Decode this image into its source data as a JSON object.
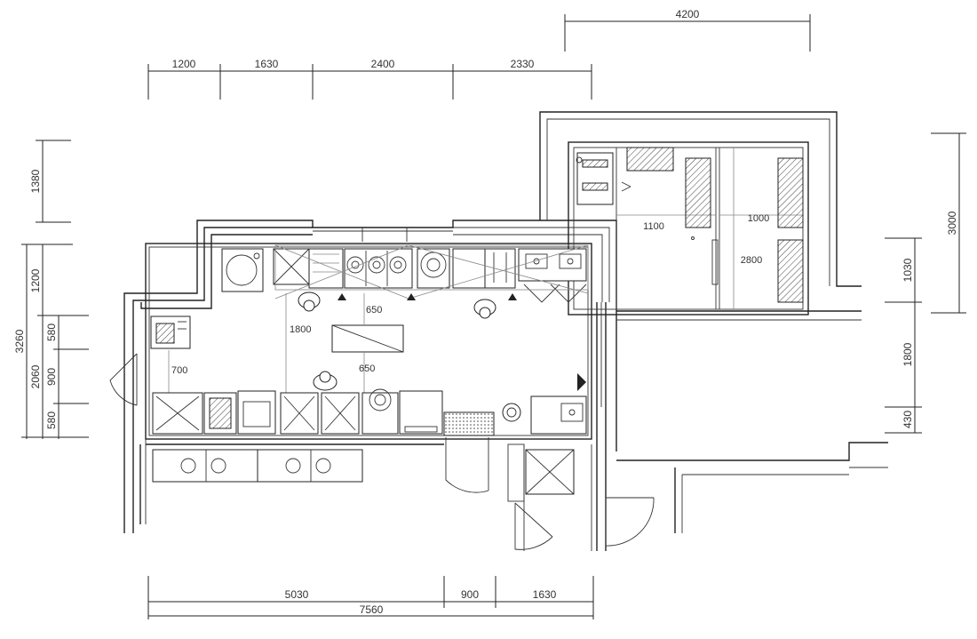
{
  "dimensions": {
    "top_overall": "4200",
    "top_segments": [
      "1200",
      "1630",
      "2400",
      "2330"
    ],
    "bottom_segments": [
      "5030",
      "900",
      "1630"
    ],
    "bottom_overall": "7560",
    "left_upper": "1380",
    "left_middle": "1200",
    "left_total": "3260",
    "left_sub_total": "2060",
    "left_small": [
      "580",
      "900",
      "580"
    ],
    "right_overall": "3000",
    "right_segments": [
      "1030",
      "1800",
      "430"
    ]
  },
  "interior_labels": {
    "cold_room_width": "1100",
    "storage_width": "1000",
    "storage_depth": "2800",
    "aisle_1800": "1800",
    "aisle_650_top": "650",
    "aisle_650_bottom": "650",
    "aisle_700": "700"
  }
}
